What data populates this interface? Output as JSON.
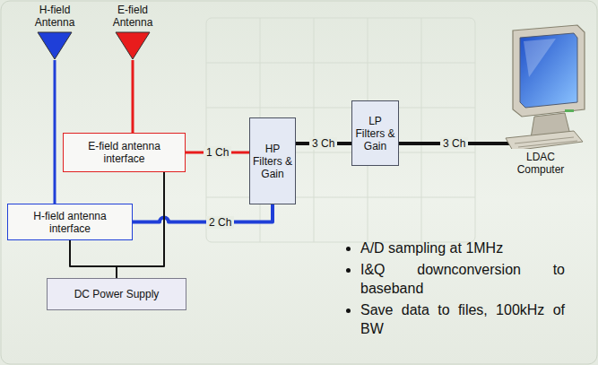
{
  "diagram": {
    "nodes": [
      {
        "text": [
          "H-field Antenna"
        ]
      },
      {
        "text": [
          "E-field Antenna"
        ]
      },
      {
        "text": [
          "E-field antenna interface"
        ]
      },
      {
        "text": [
          "H-field antenna interface"
        ]
      },
      {
        "text": [
          "DC Power Supply"
        ]
      },
      {
        "text": [
          "HP Filters & Gain"
        ]
      },
      {
        "text": [
          "LP Filters & Gain"
        ]
      },
      {
        "text": [
          "LDAC Computer"
        ]
      }
    ],
    "edges": [
      {
        "from": 0,
        "to": 3,
        "arrow": "none"
      },
      {
        "from": 1,
        "to": 2,
        "arrow": "none"
      },
      {
        "from": 2,
        "to": 5,
        "label": "1 Ch",
        "arrow": "none"
      },
      {
        "from": 3,
        "to": 5,
        "label": "2 Ch",
        "arrow": "none"
      },
      {
        "from": 5,
        "to": 6,
        "label": "3 Ch",
        "arrow": "none"
      },
      {
        "from": 6,
        "to": 7,
        "label": "3 Ch",
        "arrow": "none"
      },
      {
        "from": 4,
        "to": 2,
        "arrow": "none"
      },
      {
        "from": 4,
        "to": 3,
        "arrow": "none"
      }
    ],
    "labels": [
      "A/D sampling at 1MHz",
      "I&Q downconversion to baseband",
      "Save data to files, 100kHz of BW"
    ]
  }
}
